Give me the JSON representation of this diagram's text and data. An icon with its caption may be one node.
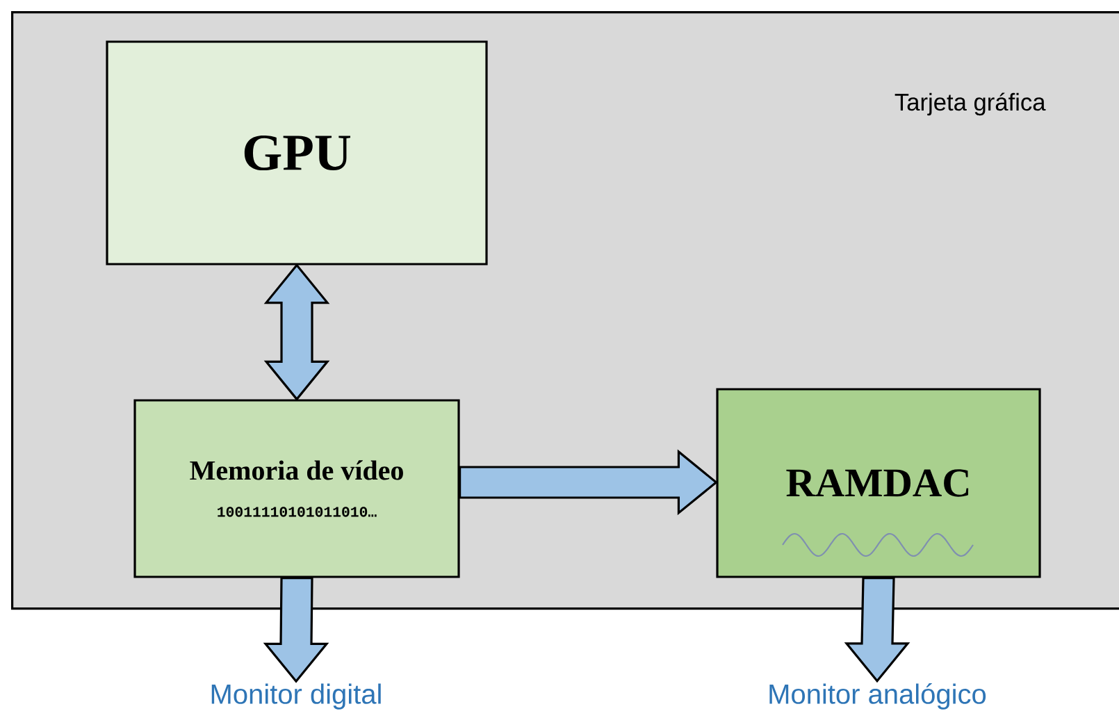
{
  "diagram": {
    "nodes": [
      {
        "text": [
          "Tarjeta gráfica"
        ]
      },
      {
        "text": [
          "GPU"
        ],
        "in": 0
      },
      {
        "text": [
          "Memoria de vídeo",
          "10011110101011010…"
        ],
        "in": 0
      },
      {
        "text": [
          "RAMDAC"
        ],
        "in": 0
      },
      {
        "text": [
          "Monitor digital"
        ]
      },
      {
        "text": [
          "Monitor analógico"
        ]
      }
    ],
    "edges": [
      {
        "from": 1,
        "to": 2,
        "arrow": "both"
      },
      {
        "from": 2,
        "to": 3,
        "arrow": "to"
      },
      {
        "from": 2,
        "to": 4,
        "arrow": "to"
      },
      {
        "from": 3,
        "to": 5,
        "arrow": "to"
      }
    ]
  }
}
